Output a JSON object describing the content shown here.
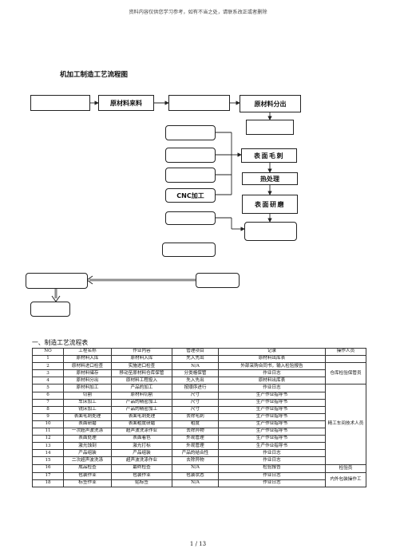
{
  "header_note": "资料内容仅供您学习参考，如有不当之处，请联系改正或者删除",
  "flow": {
    "title": "机加工制造工艺流程图",
    "nodes": {
      "raw_in": "原材料来料",
      "raw_out": "原材料分出",
      "deburr": "表面毛刺",
      "heat": "热处理",
      "cnc": "CNC加工",
      "grind": "表面研磨"
    }
  },
  "section_title": "一、制造工艺流程表",
  "table": {
    "headers": [
      "NO",
      "工程名称",
      "作业内容",
      "管理项目",
      "记录",
      "操作人员"
    ],
    "rows": [
      [
        "1",
        "原材料入库",
        "原材料入库",
        "先入先出",
        "原材料出库表"
      ],
      [
        "2",
        "原材料进口检查",
        "实施进口检查",
        "N/A",
        "外部采购合同书，输入检验报告"
      ],
      [
        "3",
        "原材料储存",
        "移动至原材料仓库保管",
        "分类格保管",
        "作业日志"
      ],
      [
        "4",
        "原材料分出",
        "原材料工程投入",
        "先入先出",
        "原材料出库表"
      ],
      [
        "5",
        "原材料加工",
        "产品的加工",
        "按顺序进行",
        "作业日志"
      ],
      [
        "6",
        "切割",
        "原材料切割",
        "尺寸",
        "生产作业指导书"
      ],
      [
        "7",
        "车床加工",
        "产品的精密加工",
        "尺寸",
        "生产作业指导书"
      ],
      [
        "8",
        "铣床加工",
        "产品的精密加工",
        "尺寸",
        "生产作业指导书"
      ],
      [
        "9",
        "表面毛刺处理",
        "表面毛刺处理",
        "去除毛刺",
        "生产作业指导书"
      ],
      [
        "10",
        "表面研磨",
        "表面粗度研磨",
        "粗度",
        "生产作业指导书"
      ],
      [
        "11",
        "一次超声波洗涤",
        "超声波洗涤作业",
        "去除异物",
        "生产作业指导书"
      ],
      [
        "12",
        "表面处理",
        "表面着色",
        "外观管理",
        "生产作业指导书"
      ],
      [
        "13",
        "激光蚀刻",
        "激光打标",
        "外观管理",
        "生产作业指导书"
      ],
      [
        "14",
        "产品组装",
        "产品组装",
        "产品的结合性",
        "作业日志"
      ],
      [
        "15",
        "二次超声波洗涤",
        "超声波洗涤作业",
        "去除异物",
        "作业日志"
      ],
      [
        "16",
        "成品检查",
        "最终检查",
        "N/A",
        "检验报告"
      ],
      [
        "17",
        "包装作业",
        "包装作业",
        "包装状态",
        "作业日志"
      ],
      [
        "18",
        "标签作业",
        "贴标签",
        "N/A",
        "作业日志"
      ]
    ],
    "operators": {
      "g1": "仓库检验保管员",
      "g2": "精工车间技术人员",
      "g3": "检验员",
      "g4": "内外包装操作工"
    }
  },
  "page_number": "1 / 13"
}
